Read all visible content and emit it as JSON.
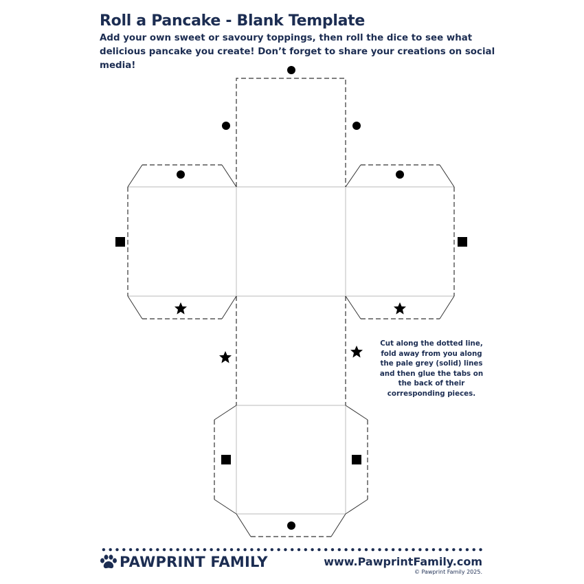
{
  "header": {
    "title": "Roll a Pancake - Blank Template",
    "subtitle": "Add your own sweet or savoury toppings, then roll the dice to see what delicious pancake you create! Don’t forget to share your creations on social media!"
  },
  "template": {
    "faces": 6,
    "markers": {
      "circle": "circle-marker",
      "square": "square-marker",
      "star": "star-marker"
    },
    "colors": {
      "cut_line": "#333333",
      "fold_line": "#c8c8c8",
      "marker": "#000000"
    }
  },
  "instructions": {
    "text": "Cut along the dotted line, fold away from you along the pale grey (solid) lines and then glue the tabs on the back of their corresponding pieces."
  },
  "footer": {
    "brand": "PAWPRINT FAMILY",
    "website": "www.PawprintFamily.com",
    "copyright": "© Pawprint Family 2025."
  },
  "colors": {
    "brand_navy": "#1c2d52",
    "background": "#ffffff"
  }
}
